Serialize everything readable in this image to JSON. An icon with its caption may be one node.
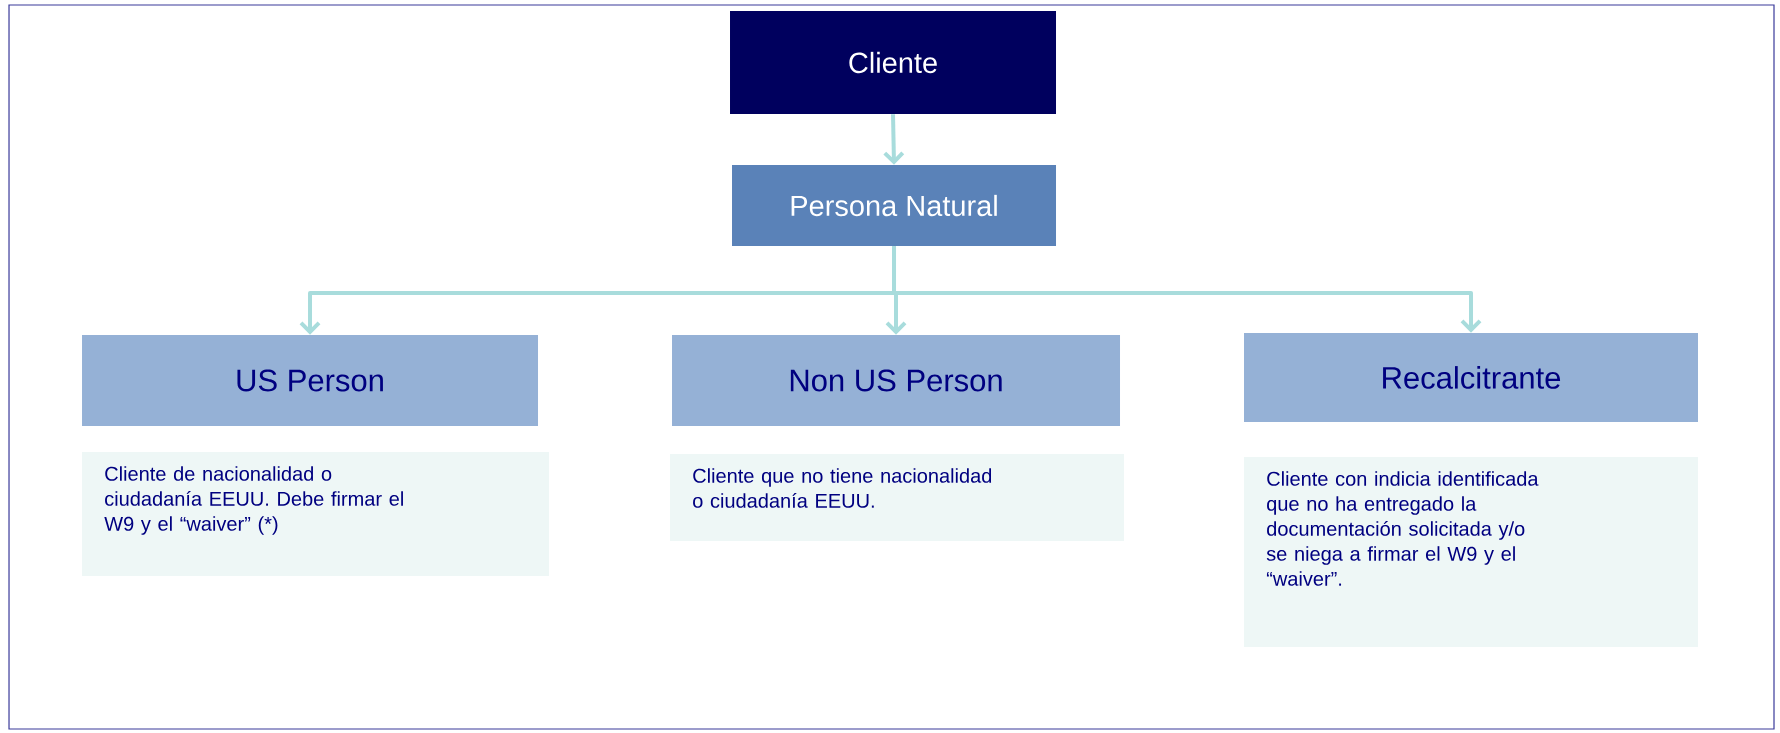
{
  "diagram": {
    "nodes": [
      {
        "text": [
          "Cliente"
        ]
      },
      {
        "text": [
          "Persona Natural"
        ]
      },
      {
        "text": [
          "US Person"
        ]
      },
      {
        "text": [
          "Non US Person"
        ]
      },
      {
        "text": [
          "Recalcitrante"
        ]
      },
      {
        "text": [
          "Cliente de nacionalidad o ciudadanía EEUU. Debe firmar el W9 y el “waiver” (*)"
        ]
      },
      {
        "text": [
          "Cliente que no tiene nacionalidad o ciudadanía EEUU."
        ]
      },
      {
        "text": [
          "Cliente con indicia identificada que no ha entregado la documentación solicitada y/o se niega a firmar el W9 y el “waiver”."
        ]
      }
    ],
    "edges": [
      {
        "from": 0,
        "to": 1,
        "arrow": "to"
      },
      {
        "from": 1,
        "to": 2,
        "arrow": "to"
      },
      {
        "from": 1,
        "to": 3,
        "arrow": "to"
      },
      {
        "from": 1,
        "to": 4,
        "arrow": "to"
      }
    ]
  }
}
